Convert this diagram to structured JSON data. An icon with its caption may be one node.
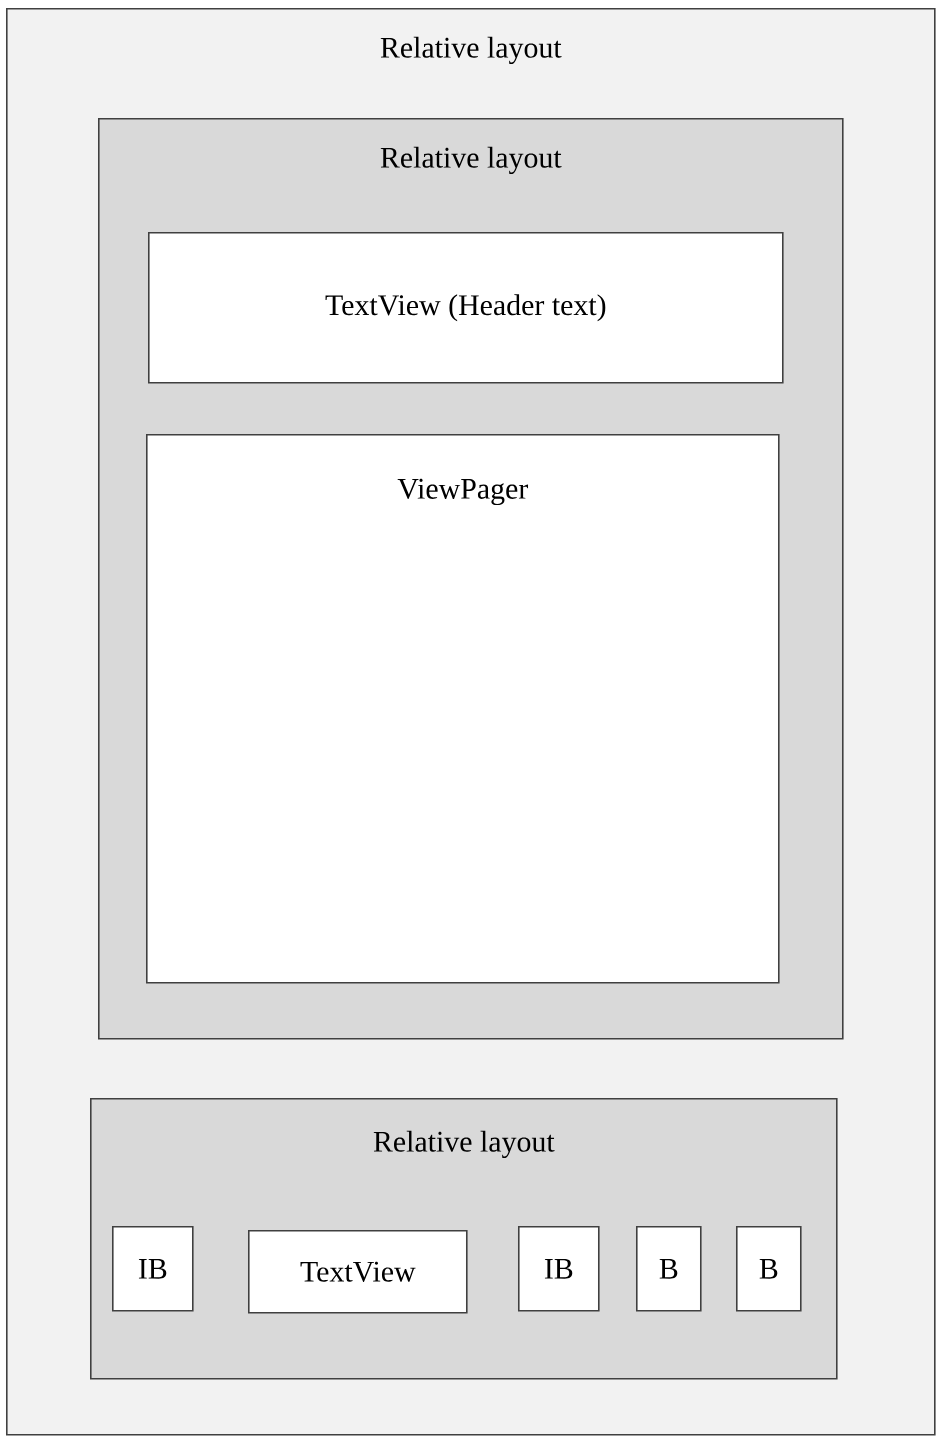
{
  "diagram": {
    "nodes": [
      {
        "text": [
          "Relative layout"
        ]
      },
      {
        "text": [
          "Relative layout"
        ],
        "in": 0
      },
      {
        "text": [
          "TextView (Header text)"
        ],
        "in": 1
      },
      {
        "text": [
          "ViewPager"
        ],
        "in": 1
      },
      {
        "text": [
          "Relative layout"
        ],
        "in": 0
      },
      {
        "text": [
          "IB"
        ],
        "in": 4
      },
      {
        "text": [
          "TextView"
        ],
        "in": 4
      },
      {
        "text": [
          "IB"
        ],
        "in": 4
      },
      {
        "text": [
          "B"
        ],
        "in": 4
      },
      {
        "text": [
          "B"
        ],
        "in": 4
      }
    ]
  }
}
